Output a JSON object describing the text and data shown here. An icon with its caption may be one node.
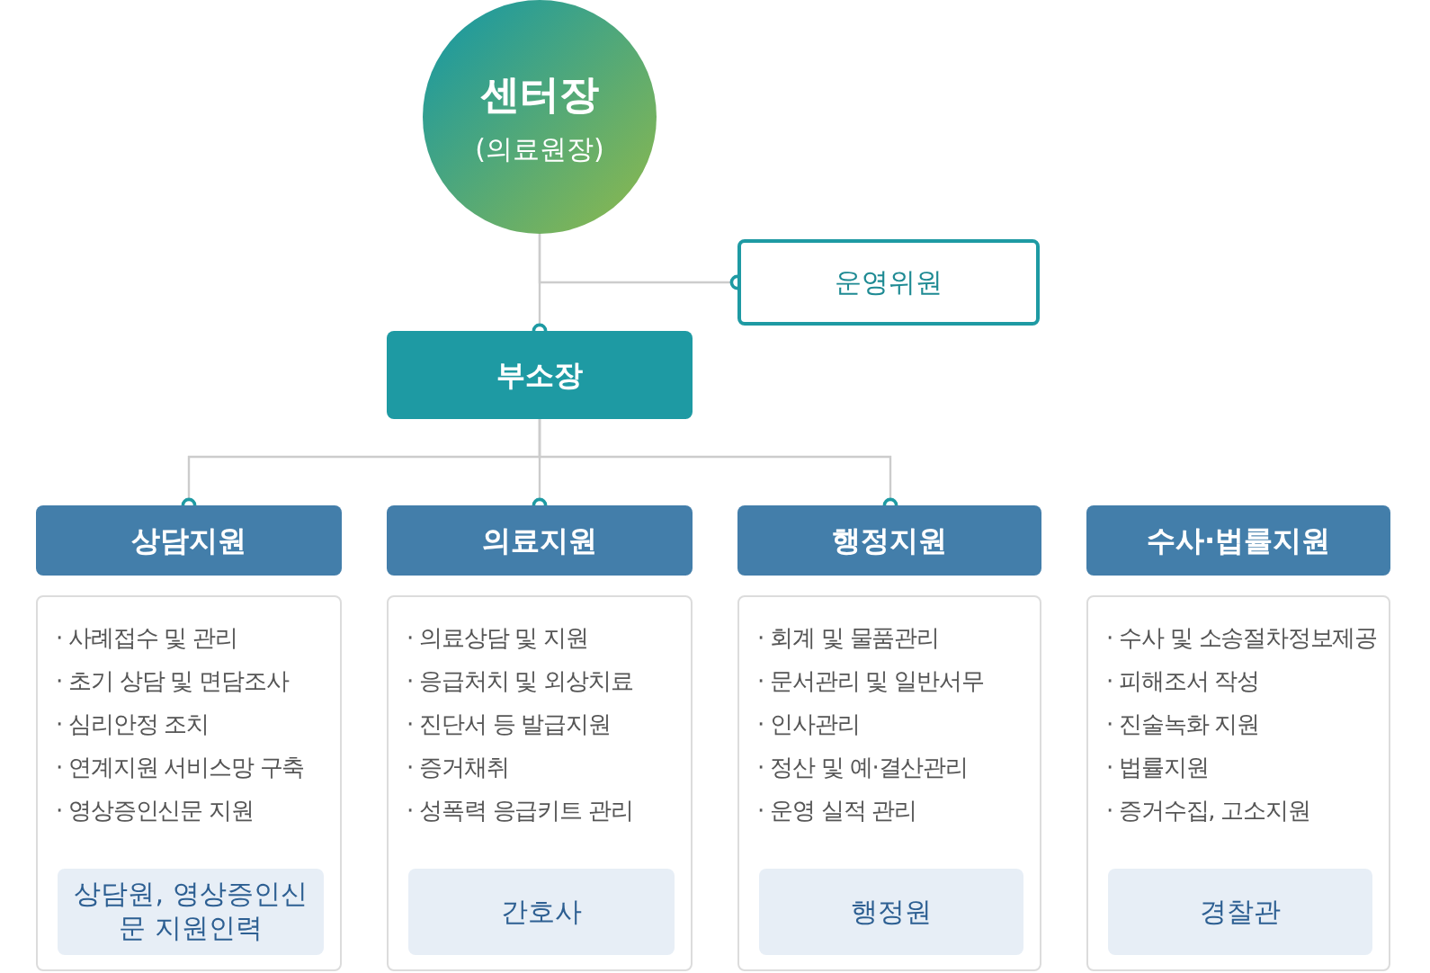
{
  "diagram": {
    "nodes": [
      {
        "text": [
          "센터장",
          "(의료원장)"
        ]
      },
      {
        "text": [
          "운영위원"
        ]
      },
      {
        "text": [
          "부소장"
        ]
      },
      {
        "text": [
          "상담지원"
        ]
      },
      {
        "text": [
          "· 사례접수 및 관리",
          "· 초기 상담 및 면담조사",
          "· 심리안정 조치",
          "· 연계지원 서비스망 구축",
          "· 영상증인신문 지원"
        ]
      },
      {
        "text": [
          "상담원, 영상증인신문 지원인력"
        ],
        "in": 4
      },
      {
        "text": [
          "의료지원"
        ]
      },
      {
        "text": [
          "· 의료상담 및 지원",
          "· 응급처치 및 외상치료",
          "· 진단서 등 발급지원",
          "· 증거채취",
          "· 성폭력 응급키트 관리"
        ]
      },
      {
        "text": [
          "간호사"
        ],
        "in": 7
      },
      {
        "text": [
          "행정지원"
        ]
      },
      {
        "text": [
          "· 회계 및 물품관리",
          "· 문서관리 및 일반서무",
          "· 인사관리",
          "· 정산 및 예·결산관리",
          "· 운영 실적 관리"
        ]
      },
      {
        "text": [
          "행정원"
        ],
        "in": 10
      },
      {
        "text": [
          "수사·법률지원"
        ]
      },
      {
        "text": [
          "· 수사 및 소송절차정보제공",
          "· 피해조서 작성",
          "· 진술녹화 지원",
          "· 법률지원",
          "· 증거수집, 고소지원"
        ]
      },
      {
        "text": [
          "경찰관"
        ],
        "in": 13
      }
    ],
    "edges": [
      {
        "from": 0,
        "to": 2,
        "arrow": "other"
      },
      {
        "from": 0,
        "to": 1,
        "arrow": "other"
      },
      {
        "from": 2,
        "to": 3,
        "arrow": "other"
      },
      {
        "from": 2,
        "to": 6,
        "arrow": "other"
      },
      {
        "from": 2,
        "to": 9,
        "arrow": "other"
      }
    ]
  }
}
